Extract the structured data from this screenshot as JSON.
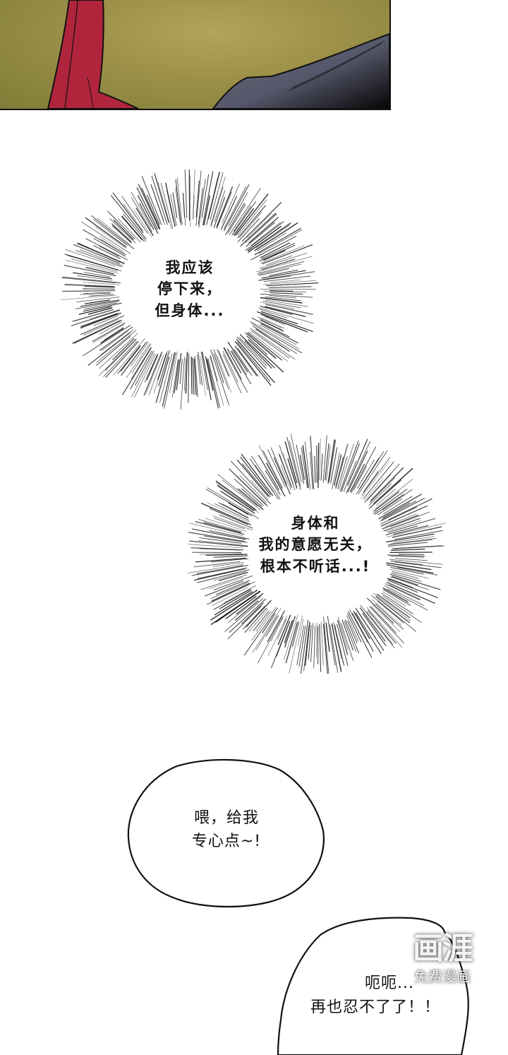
{
  "top_panel": {
    "description": "Comic panel fragment: olive-green background with red cloth and dark grey object",
    "colors": {
      "background": "#9c9048",
      "cloth": "#b0253c",
      "object": "#5e606d"
    }
  },
  "thought_bursts": [
    {
      "lines": [
        "我应该",
        "停下来，",
        "但身体..."
      ]
    },
    {
      "lines": [
        "身体和",
        "我的意愿无关，",
        "根本不听话...!"
      ]
    }
  ],
  "speech_bubbles": [
    {
      "lines": [
        "喂，给我",
        "专心点~!"
      ]
    },
    {
      "lines": [
        "呃呃...",
        "再也忍不了了！！"
      ]
    }
  ],
  "watermark": {
    "logo": "画涯",
    "subtitle": "免费漫画"
  }
}
